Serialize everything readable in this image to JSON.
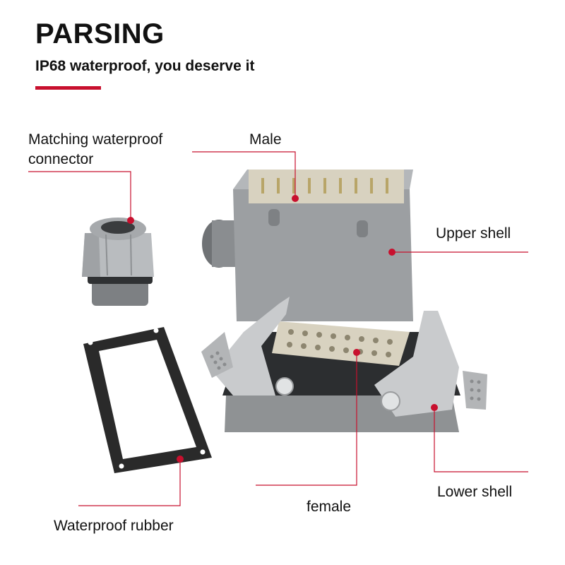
{
  "header": {
    "title": "PARSING",
    "subtitle": "IP68 waterproof, you deserve it"
  },
  "callouts": {
    "connector_line1": "Matching waterproof",
    "connector_line2": "connector",
    "male": "Male",
    "upper_shell": "Upper shell",
    "lower_shell": "Lower shell",
    "female": "female",
    "rubber": "Waterproof rubber"
  },
  "colors": {
    "accent": "#c8102e",
    "leader_line": "#c8102e",
    "shell_gray": "#8f9294",
    "insert_beige": "#d8d2c0",
    "metal": "#c9cbcd",
    "gasket": "#2a2a2a"
  }
}
